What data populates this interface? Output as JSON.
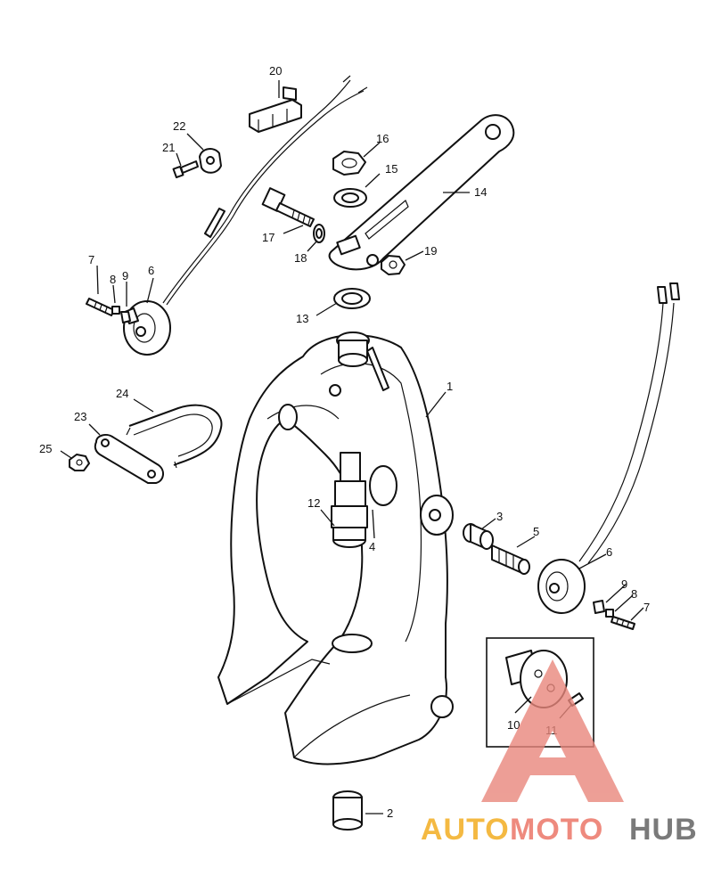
{
  "callouts": [
    {
      "id": "c1",
      "text": "1"
    },
    {
      "id": "c2",
      "text": "2"
    },
    {
      "id": "c3",
      "text": "3"
    },
    {
      "id": "c4",
      "text": "4"
    },
    {
      "id": "c5",
      "text": "5"
    },
    {
      "id": "c6a",
      "text": "6"
    },
    {
      "id": "c6b",
      "text": "6"
    },
    {
      "id": "c7a",
      "text": "7"
    },
    {
      "id": "c7b",
      "text": "7"
    },
    {
      "id": "c8a",
      "text": "8"
    },
    {
      "id": "c8b",
      "text": "8"
    },
    {
      "id": "c9a",
      "text": "9"
    },
    {
      "id": "c9b",
      "text": "9"
    },
    {
      "id": "c10",
      "text": "10"
    },
    {
      "id": "c11",
      "text": "11"
    },
    {
      "id": "c12",
      "text": "12"
    },
    {
      "id": "c13",
      "text": "13"
    },
    {
      "id": "c14",
      "text": "14"
    },
    {
      "id": "c15",
      "text": "15"
    },
    {
      "id": "c16",
      "text": "16"
    },
    {
      "id": "c17",
      "text": "17"
    },
    {
      "id": "c18",
      "text": "18"
    },
    {
      "id": "c19",
      "text": "19"
    },
    {
      "id": "c20",
      "text": "20"
    },
    {
      "id": "c21",
      "text": "21"
    },
    {
      "id": "c22",
      "text": "22"
    },
    {
      "id": "c23",
      "text": "23"
    },
    {
      "id": "c24",
      "text": "24"
    },
    {
      "id": "c25",
      "text": "25"
    }
  ],
  "watermark": {
    "part1": "AUTO",
    "part2": "MOTO",
    "part3": "HUB",
    "color1": "#f4b942",
    "color2": "#ee8a7e",
    "color3": "#7a7a7a",
    "logo_color": "#e9877c"
  }
}
